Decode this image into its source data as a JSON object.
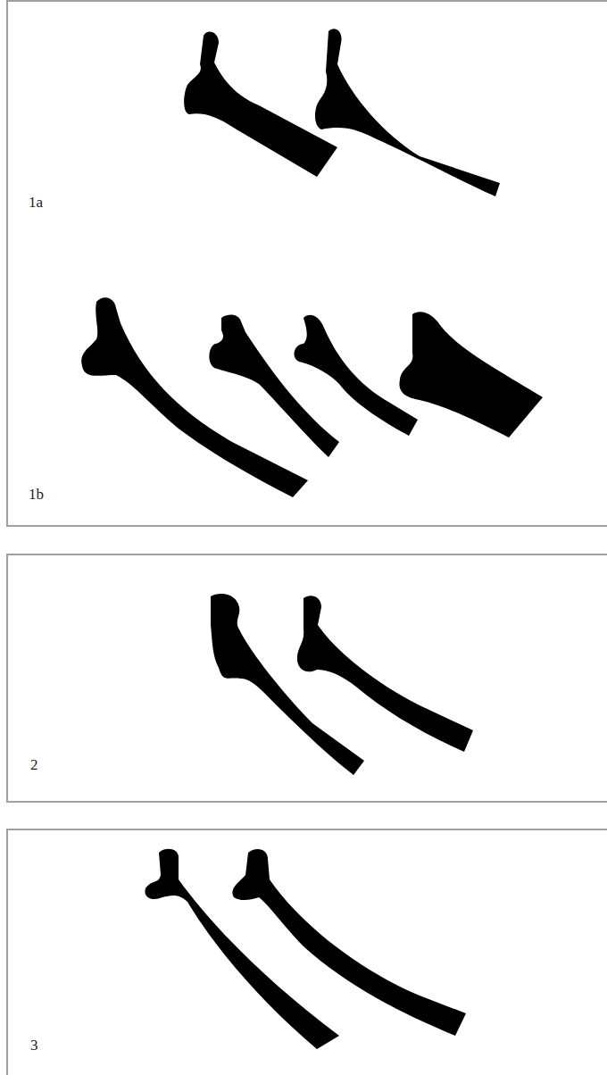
{
  "diagram": {
    "labels": [
      "1a",
      "1b",
      "2",
      "3"
    ]
  }
}
